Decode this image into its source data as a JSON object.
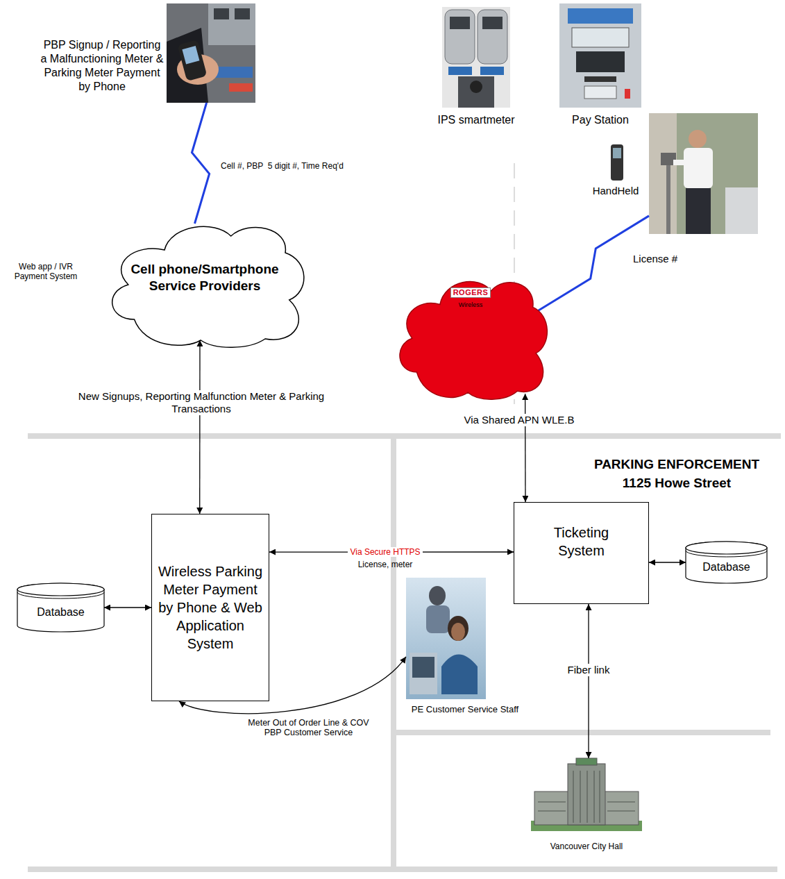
{
  "diagram": {
    "nodes": [
      {
        "text": [
          "PBP Signup / Reporting a Malfunctioning Meter & Parking Meter Payment by Phone"
        ]
      },
      {
        "text": [
          "IPS smartmeter"
        ]
      },
      {
        "text": [
          "Pay Station"
        ]
      },
      {
        "text": [
          "HandHeld"
        ]
      },
      {
        "text": [
          "Cell phone/Smartphone Service Providers"
        ]
      },
      {
        "text": [
          "ROGERS",
          "Wireless"
        ]
      },
      {
        "text": [
          "Wireless Parking Meter Payment by Phone & Web Application System"
        ]
      },
      {
        "text": [
          "Ticketing System"
        ]
      },
      {
        "text": [
          "Database"
        ]
      },
      {
        "text": [
          "Database"
        ]
      },
      {
        "text": [
          "PE Customer Service Staff"
        ]
      },
      {
        "text": [
          "Vancouver City Hall"
        ]
      }
    ],
    "edges": [
      {
        "from": 0,
        "to": 4,
        "label": "Cell #, PBP  5 digit #, Time Req'd",
        "arrow": "none"
      },
      {
        "from": 3,
        "to": 5,
        "label": "License #",
        "arrow": "none"
      },
      {
        "from": 4,
        "to": 6,
        "label": "New Signups, Reporting Malfunction Meter & Parking Transactions",
        "arrow": "both"
      },
      {
        "from": 5,
        "to": 7,
        "label": "Via Shared APN WLE.B",
        "arrow": "both"
      },
      {
        "from": 6,
        "to": 7,
        "label": "Via Secure HTTPS",
        "arrow": "both"
      },
      {
        "from": 8,
        "to": 6,
        "arrow": "both"
      },
      {
        "from": 7,
        "to": 9,
        "arrow": "both"
      },
      {
        "from": 6,
        "to": 10,
        "label": "Meter Out of Order Line & COV PBP Customer Service",
        "arrow": "both"
      },
      {
        "from": 7,
        "to": 11,
        "label": "Fiber link",
        "arrow": "both"
      }
    ],
    "labels": [
      "Web app / IVR Payment System",
      "License, meter",
      "PARKING ENFORCEMENT 1125 Howe Street"
    ]
  }
}
